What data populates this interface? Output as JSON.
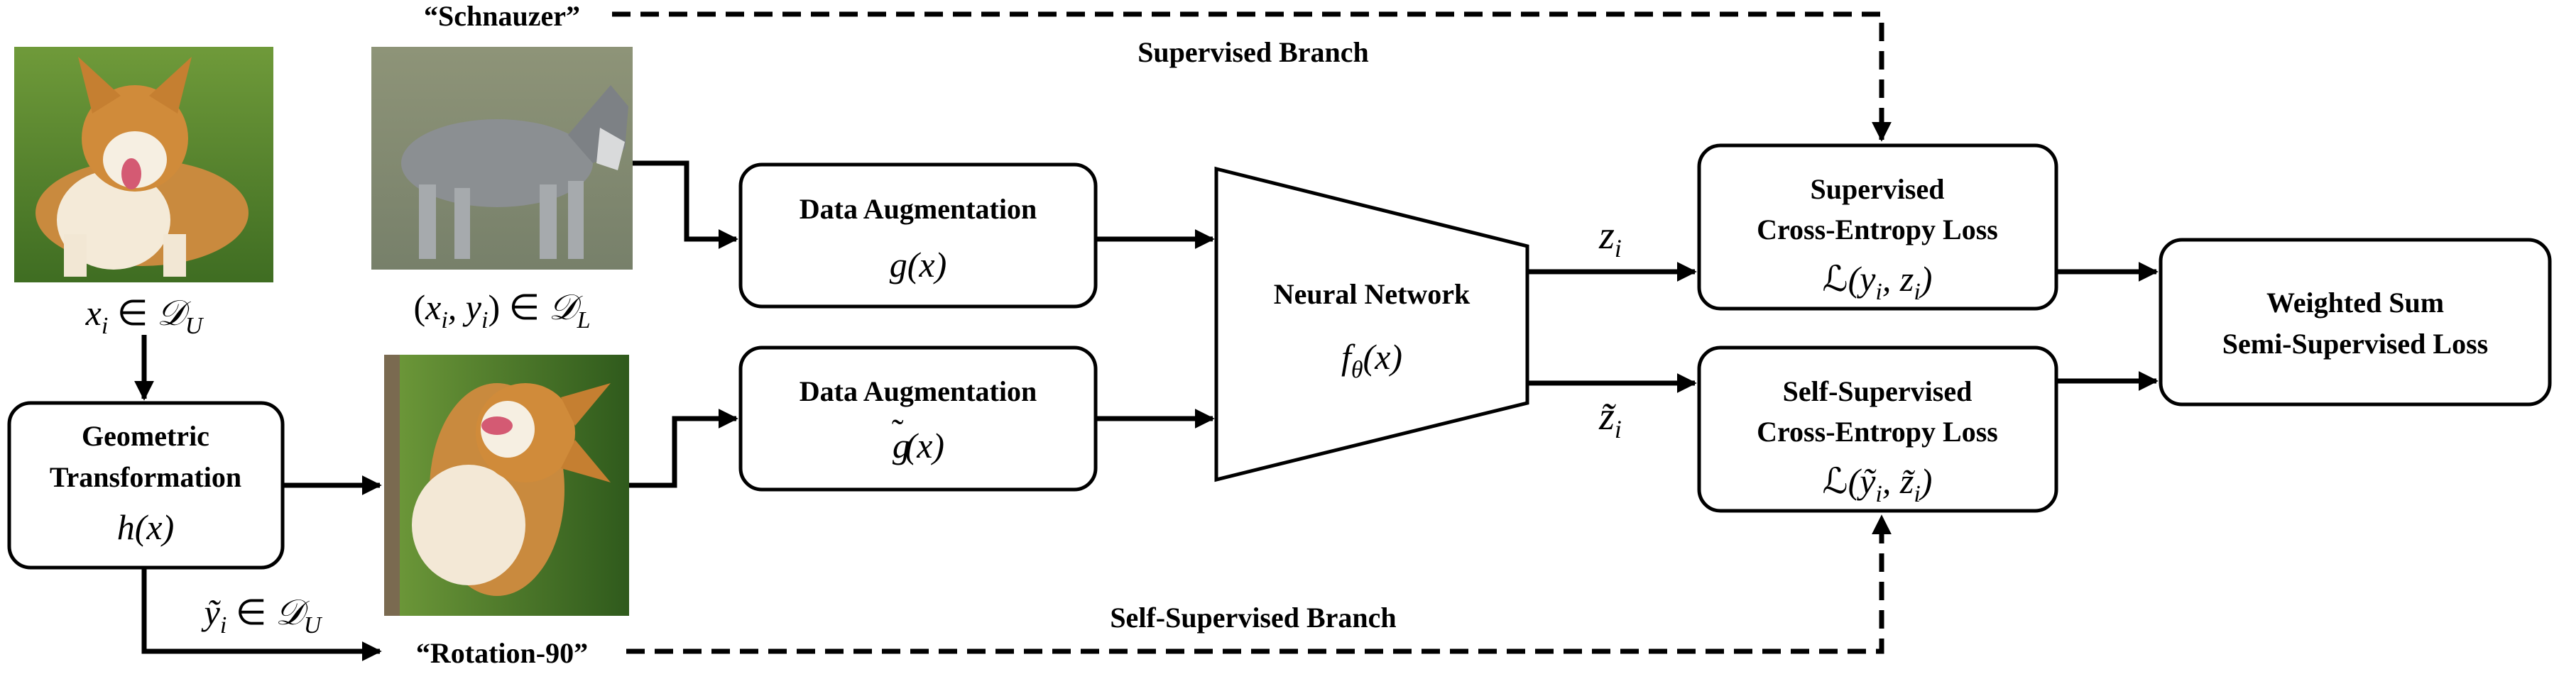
{
  "labels": {
    "schnauzer": "“Schnauzer”",
    "rotation": "“Rotation-90”",
    "supervised_branch": "Supervised Branch",
    "self_supervised_branch": "Self-Supervised Branch",
    "xi_in_DU": "x_i ∈ 𝒟_U",
    "xiyi_in_DL": "(x_i, y_i) ∈ 𝒟_L",
    "yi_tilde_in_DU": "ỹ_i ∈ 𝒟_U",
    "zi": "z_i",
    "zi_tilde": "z̃_i"
  },
  "nodes": {
    "geometric": {
      "line1": "Geometric",
      "line2": "Transformation",
      "math": "h(x)"
    },
    "aug_top": {
      "title": "Data Augmentation",
      "math": "g(x)"
    },
    "aug_bottom": {
      "title": "Data Augmentation",
      "math": "g̃(x)"
    },
    "network": {
      "title": "Neural Network",
      "math": "f_θ(x)"
    },
    "sup_loss": {
      "line1": "Supervised",
      "line2": "Cross-Entropy Loss",
      "math": "ℒ(y_i, z_i)"
    },
    "self_loss": {
      "line1": "Self-Supervised",
      "line2": "Cross-Entropy Loss",
      "math": "ℒ(ỹ_i, z̃_i)"
    },
    "weighted": {
      "line1": "Weighted Sum",
      "line2": "Semi-Supervised Loss"
    }
  },
  "images": {
    "corgi": "corgi dog photo",
    "schnauzer": "schnauzer dog photo",
    "corgi_rotated": "corgi dog photo rotated 90 degrees"
  },
  "colors": {
    "stroke": "#000000",
    "background": "#ffffff"
  }
}
